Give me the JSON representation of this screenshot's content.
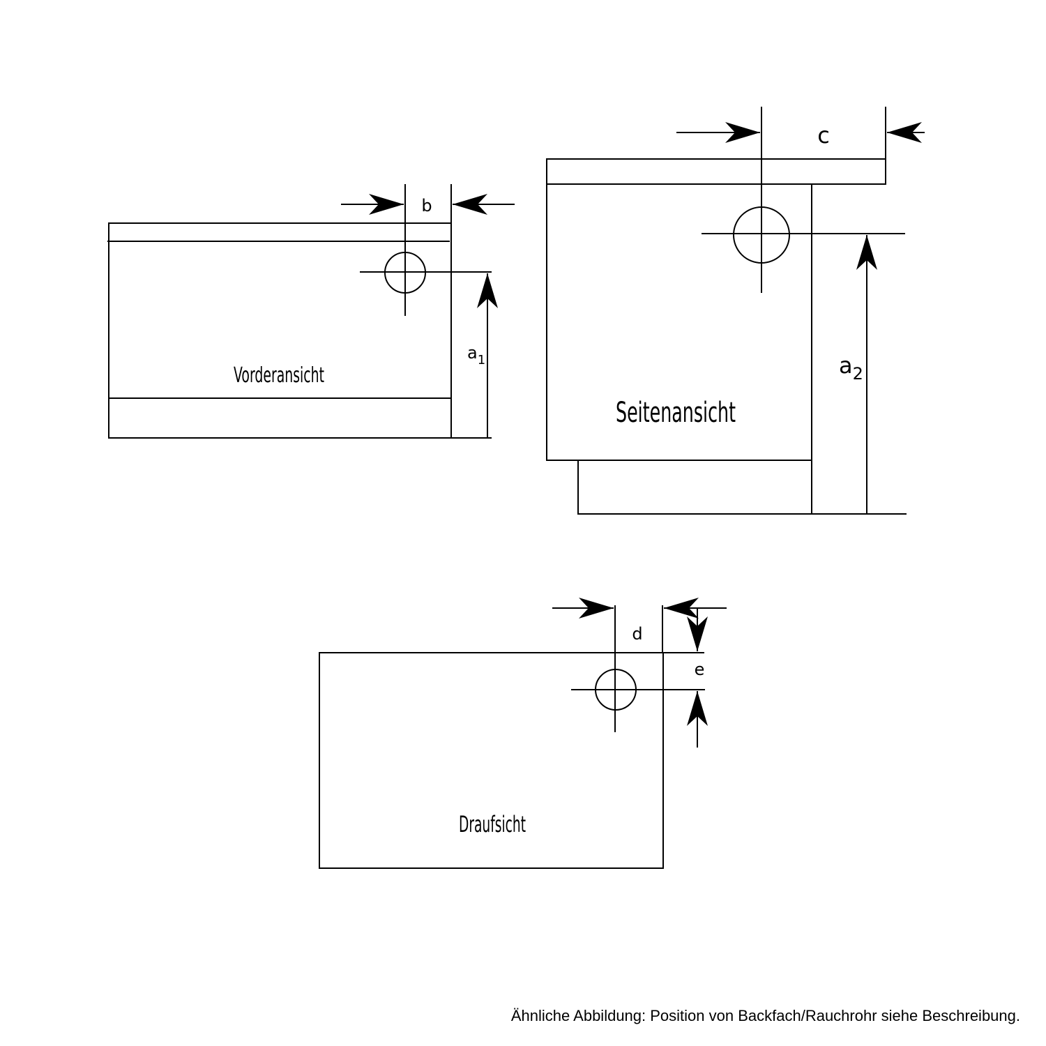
{
  "views": {
    "front": "Vorderansicht",
    "side": "Seitenansicht",
    "top": "Draufsicht"
  },
  "dimensions": {
    "b": "b",
    "c": "c",
    "d": "d",
    "e": "e",
    "a1_main": "a",
    "a1_sub": "1",
    "a2_main": "a",
    "a2_sub": "2"
  },
  "caption": "Ähnliche Abbildung: Position von Backfach/Rauchrohr siehe Beschreibung."
}
